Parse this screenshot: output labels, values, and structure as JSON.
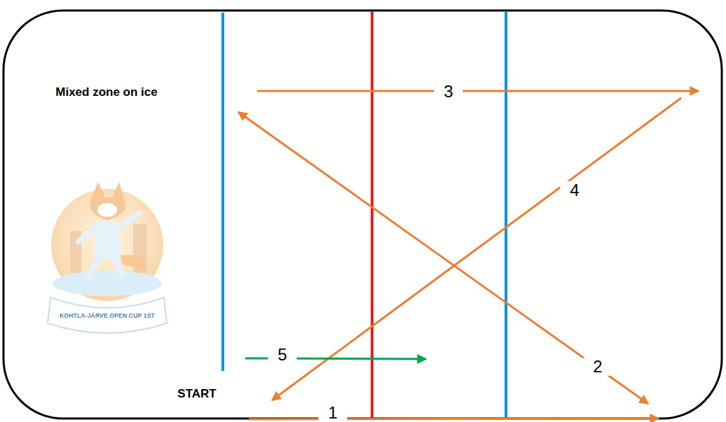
{
  "diagram": {
    "labels": [
      "Mixed zone on ice",
      "3",
      "4",
      "2",
      "5",
      "START",
      "1",
      "KOHTLA-JÄRVE OPEN CUP 1ST"
    ]
  }
}
